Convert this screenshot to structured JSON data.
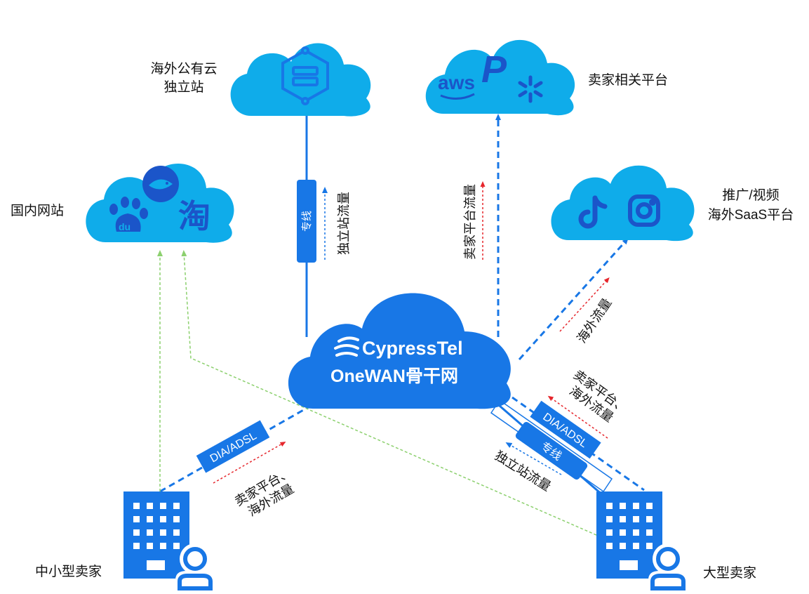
{
  "clouds": {
    "overseas_cloud": {
      "label_line1": "海外公有云",
      "label_line2": "独立站",
      "icon": "server-hexagon-icon"
    },
    "seller_platforms": {
      "label": "卖家相关平台",
      "logos": [
        "aws",
        "paypal-icon",
        "walmart-spark-icon"
      ],
      "aws_text": "aws"
    },
    "domestic_sites": {
      "label": "国内网站",
      "logos": [
        "baidu-paw-icon",
        "fish-icon",
        "taobao-icon"
      ],
      "baidu_text": "du",
      "taobao_text": "淘"
    },
    "promo_saas": {
      "label_line1": "推广/视频",
      "label_line2": "海外SaaS平台",
      "logos": [
        "tiktok-icon",
        "instagram-icon"
      ]
    },
    "backbone": {
      "brand": "CypressTel",
      "subtitle": "OneWAN骨干网"
    }
  },
  "links": {
    "dedicated_line_top": "专线",
    "dia_adsl_left": "DIA/ADSL",
    "dia_adsl_right": "DIA/ADSL",
    "dedicated_line_right": "专线"
  },
  "flows": {
    "top_independent_site": "独立站流量",
    "top_seller_platform": "卖家平台流量",
    "overseas_traffic": "海外流量",
    "right_line1": "卖家平台、",
    "right_line2": "海外流量",
    "right_independent_site": "独立站流量",
    "left_line1": "卖家平台、",
    "left_line2": "海外流量"
  },
  "sellers": {
    "small": {
      "label": "中小型卖家",
      "icon": "office-building-user-icon"
    },
    "large": {
      "label": "大型卖家",
      "icon": "office-building-user-icon"
    }
  },
  "colors": {
    "cloud_light": "#0FACEA",
    "cloud_dark": "#1877E6",
    "line_blue": "#1877E6",
    "arrow_red": "#E6262C",
    "line_green": "#8CD06E",
    "icon_navy": "#1B55C9"
  }
}
